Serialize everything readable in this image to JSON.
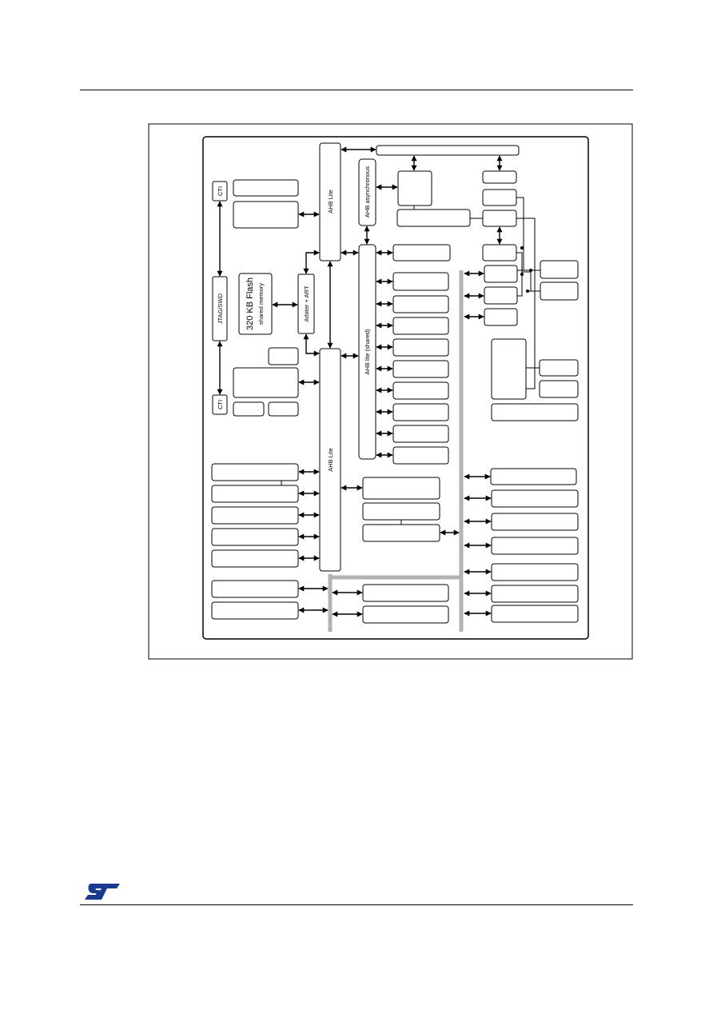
{
  "blocks": {
    "ahb_lite_top": "AHB Lite",
    "ahb_lite_bottom": "AHB Lite",
    "ahb_asynchronous": "AHB asynchronous",
    "ahb_lite_shared": "AHB lite (shared)",
    "arbiter_art": "Arbiter + ART",
    "jtag_swd": "JTAG/SWD",
    "cti_top": "CTI",
    "cti_bottom": "CTI",
    "flash_size": "320 KB Flash",
    "flash_sub": "shared memory"
  },
  "colors": {
    "line": "#000000",
    "apb_bus": "#b3b3b3",
    "background": "#ffffff"
  },
  "logo": {
    "icon": "st-logo-icon"
  }
}
